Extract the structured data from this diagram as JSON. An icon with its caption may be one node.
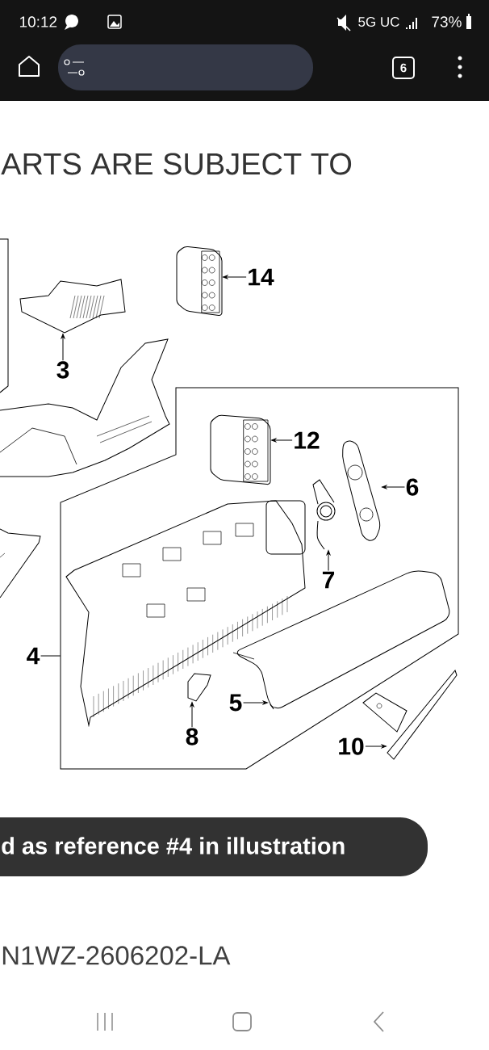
{
  "diagram": {
    "nodes": [
      {
        "text": [],
        "shape": "box"
      },
      {
        "text": [],
        "shape": "picture"
      },
      {
        "text": [],
        "shape": "picture",
        "in": 0
      },
      {
        "text": [],
        "shape": "picture"
      },
      {
        "text": [],
        "shape": "picture",
        "in": 0
      },
      {
        "text": [],
        "shape": "picture",
        "in": 0
      },
      {
        "text": [],
        "shape": "picture",
        "in": 0
      },
      {
        "text": [],
        "shape": "picture",
        "in": 0
      },
      {
        "text": [],
        "shape": "picture",
        "in": 0
      },
      {
        "text": [],
        "shape": "picture",
        "in": 0
      },
      {
        "text": [
          "14"
        ]
      },
      {
        "text": [
          "3"
        ]
      },
      {
        "text": [
          "12"
        ],
        "in": 0
      },
      {
        "text": [
          "6"
        ],
        "in": 0
      },
      {
        "text": [
          "7"
        ],
        "in": 0
      },
      {
        "text": [
          "4"
        ]
      },
      {
        "text": [
          "5"
        ],
        "in": 0
      },
      {
        "text": [
          "8"
        ],
        "in": 0
      },
      {
        "text": [
          "10"
        ],
        "in": 0
      }
    ],
    "edges": [
      {
        "from": 10,
        "to": 3,
        "arrow": "to"
      },
      {
        "from": 11,
        "to": 1,
        "arrow": "to"
      },
      {
        "from": 12,
        "to": 5,
        "arrow": "to"
      },
      {
        "from": 13,
        "to": 8,
        "arrow": "to"
      },
      {
        "from": 14,
        "to": 7,
        "arrow": "to"
      },
      {
        "from": 15,
        "to": 0,
        "arrow": "none"
      },
      {
        "from": 16,
        "to": 6,
        "arrow": "to"
      },
      {
        "from": 17,
        "to": 4,
        "arrow": "to"
      },
      {
        "from": 18,
        "to": 9,
        "arrow": "to"
      }
    ],
    "labels": [
      "10:12",
      "5G UC",
      "73%",
      "6",
      "ARTS ARE SUBJECT TO",
      "d as reference #4 in illustration",
      "N1WZ-2606202-LA"
    ]
  }
}
